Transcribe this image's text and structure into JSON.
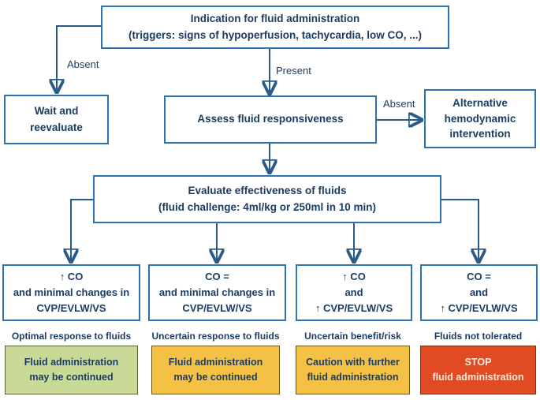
{
  "colors": {
    "box_border": "#2e74b5",
    "text": "#1d3c63",
    "arrow": "#2a5a87",
    "green_fill": "#c9da97",
    "green_border": "#55613a",
    "yellow_fill": "#f5c144",
    "yellow_border": "#6b5515",
    "red_fill": "#e04b23",
    "red_border": "#8c2a10",
    "red_text": "#ffe9e2"
  },
  "flow": {
    "indication": {
      "line1": "Indication for fluid administration",
      "line2": "(triggers: signs of hypoperfusion, tachycardia, low CO, ...)"
    },
    "wait": {
      "line1": "Wait and",
      "line2": "reevaluate"
    },
    "assess": {
      "label": "Assess fluid responsiveness"
    },
    "alternative": {
      "line1": "Alternative",
      "line2": "hemodynamic",
      "line3": "intervention"
    },
    "evaluate": {
      "line1": "Evaluate effectiveness of fluids",
      "line2": "(fluid challenge: 4ml/kg or 250ml in 10 min)"
    },
    "edge_labels": {
      "absent_left": "Absent",
      "present": "Present",
      "absent_right": "Absent"
    }
  },
  "outcomes": [
    {
      "condition_lines": [
        "↑ CO",
        "and minimal changes in",
        "CVP/EVLW/VS"
      ],
      "assessment": "Optimal response to fluids",
      "action_lines": [
        "Fluid administration",
        "may be continued"
      ],
      "color": "green"
    },
    {
      "condition_lines": [
        "CO =",
        "and minimal changes in",
        "CVP/EVLW/VS"
      ],
      "assessment": "Uncertain response to fluids",
      "action_lines": [
        "Fluid administration",
        "may be continued"
      ],
      "color": "yellow"
    },
    {
      "condition_lines": [
        "↑ CO",
        "and",
        "↑ CVP/EVLW/VS"
      ],
      "assessment": "Uncertain benefit/risk",
      "action_lines": [
        "Caution with further",
        "fluid administration"
      ],
      "color": "yellow"
    },
    {
      "condition_lines": [
        "CO =",
        "and",
        "↑ CVP/EVLW/VS"
      ],
      "assessment": "Fluids not tolerated",
      "action_lines": [
        "STOP",
        "fluid administration"
      ],
      "color": "red"
    }
  ]
}
